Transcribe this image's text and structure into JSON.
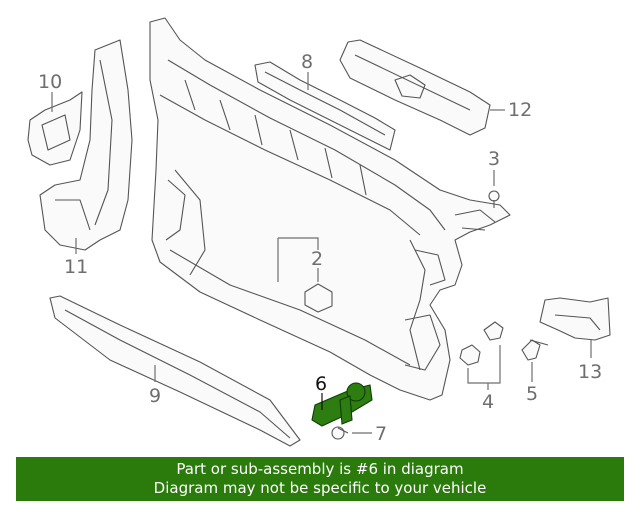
{
  "diagram": {
    "callouts": [
      {
        "id": "10",
        "label": "10"
      },
      {
        "id": "8",
        "label": "8"
      },
      {
        "id": "12",
        "label": "12"
      },
      {
        "id": "3",
        "label": "3"
      },
      {
        "id": "2",
        "label": "2"
      },
      {
        "id": "11",
        "label": "11"
      },
      {
        "id": "9",
        "label": "9"
      },
      {
        "id": "6",
        "label": "6"
      },
      {
        "id": "7",
        "label": "7"
      },
      {
        "id": "4",
        "label": "4"
      },
      {
        "id": "5",
        "label": "5"
      },
      {
        "id": "13",
        "label": "13"
      }
    ],
    "highlighted_part": "6",
    "highlight_color": "#2a7a0c"
  },
  "banner": {
    "line1": "Part or sub-assembly is #6 in diagram",
    "line2": "Diagram may not be specific to your vehicle"
  }
}
